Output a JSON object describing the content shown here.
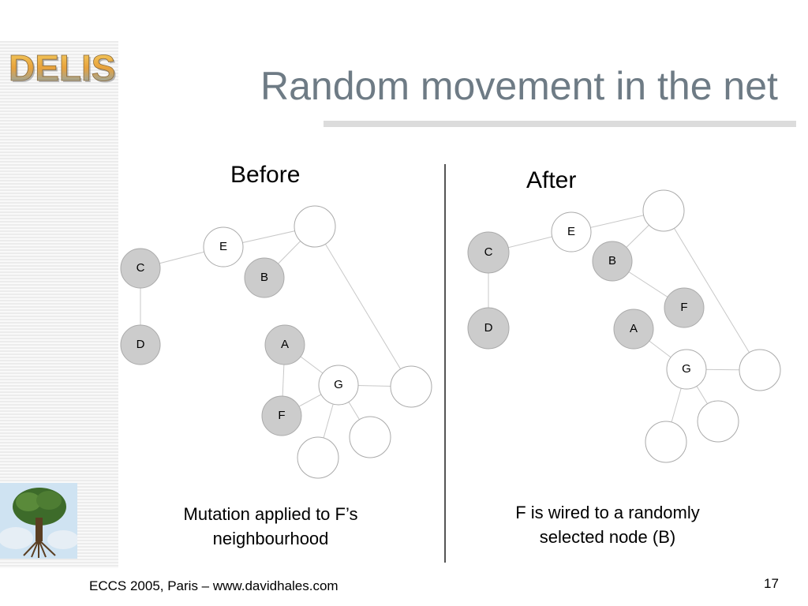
{
  "logo": {
    "text": "DELIS"
  },
  "slide": {
    "title": "Random movement in the net",
    "before_heading": "Before",
    "after_heading": "After",
    "before_caption_line1": "Mutation applied to F’s",
    "before_caption_line2": "neighbourhood",
    "after_caption_line1": "F is wired to a randomly",
    "after_caption_line2": "selected node (B)",
    "footer": "ECCS 2005, Paris – www.davidhales.com",
    "page_number": "17"
  },
  "colors": {
    "title": "#6e7b85",
    "grey_node": "#cccccc",
    "white_node": "#ffffff",
    "edge": "#c8c8c8",
    "node_stroke": "#aaaaaa"
  },
  "before_graph": {
    "nodes": [
      {
        "id": "C",
        "label": "C",
        "fill": "grey"
      },
      {
        "id": "E",
        "label": "E",
        "fill": "white"
      },
      {
        "id": "B",
        "label": "B",
        "fill": "grey"
      },
      {
        "id": "D",
        "label": "D",
        "fill": "grey"
      },
      {
        "id": "A",
        "label": "A",
        "fill": "grey"
      },
      {
        "id": "G",
        "label": "G",
        "fill": "white"
      },
      {
        "id": "F",
        "label": "F",
        "fill": "grey"
      },
      {
        "id": "N1",
        "label": "",
        "fill": "white"
      },
      {
        "id": "N2",
        "label": "",
        "fill": "white"
      },
      {
        "id": "N3",
        "label": "",
        "fill": "white"
      },
      {
        "id": "N4",
        "label": "",
        "fill": "white"
      }
    ],
    "edges": [
      [
        "C",
        "E"
      ],
      [
        "E",
        "N1"
      ],
      [
        "B",
        "N1"
      ],
      [
        "C",
        "D"
      ],
      [
        "N1",
        "N2"
      ],
      [
        "A",
        "G"
      ],
      [
        "A",
        "F"
      ],
      [
        "G",
        "F"
      ],
      [
        "G",
        "N2"
      ],
      [
        "G",
        "N3"
      ],
      [
        "G",
        "N4"
      ]
    ]
  },
  "after_graph": {
    "nodes": [
      {
        "id": "C",
        "label": "C",
        "fill": "grey"
      },
      {
        "id": "E",
        "label": "E",
        "fill": "white"
      },
      {
        "id": "B",
        "label": "B",
        "fill": "grey"
      },
      {
        "id": "D",
        "label": "D",
        "fill": "grey"
      },
      {
        "id": "A",
        "label": "A",
        "fill": "grey"
      },
      {
        "id": "F",
        "label": "F",
        "fill": "grey"
      },
      {
        "id": "G",
        "label": "G",
        "fill": "white"
      },
      {
        "id": "N1",
        "label": "",
        "fill": "white"
      },
      {
        "id": "N2",
        "label": "",
        "fill": "white"
      },
      {
        "id": "N3",
        "label": "",
        "fill": "white"
      },
      {
        "id": "N4",
        "label": "",
        "fill": "white"
      }
    ],
    "edges": [
      [
        "C",
        "E"
      ],
      [
        "E",
        "N1"
      ],
      [
        "B",
        "N1"
      ],
      [
        "C",
        "D"
      ],
      [
        "N1",
        "N2"
      ],
      [
        "B",
        "F"
      ],
      [
        "A",
        "G"
      ],
      [
        "G",
        "N2"
      ],
      [
        "G",
        "N3"
      ],
      [
        "G",
        "N4"
      ]
    ]
  }
}
